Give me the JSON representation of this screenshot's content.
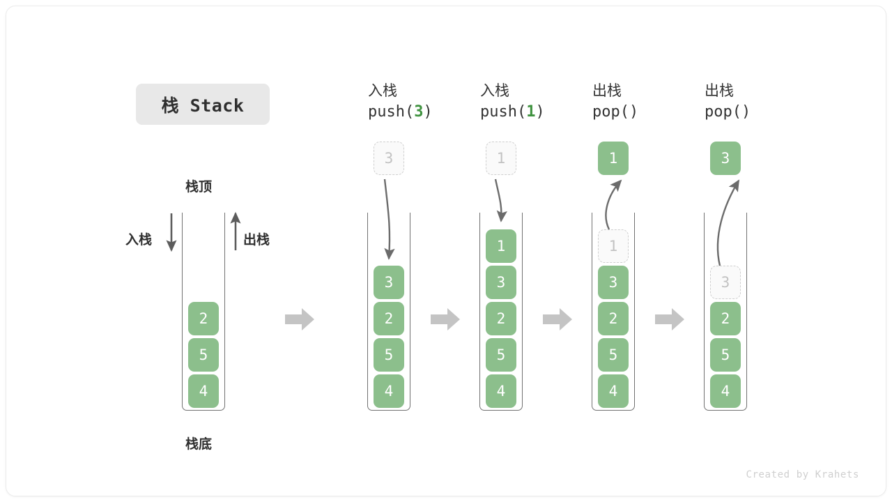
{
  "title": {
    "badge": "栈 Stack"
  },
  "legend": {
    "top_label": "栈顶",
    "bottom_label": "栈底",
    "push_label": "入栈",
    "pop_label": "出栈"
  },
  "footer": {
    "credit": "Created by Krahets"
  },
  "colors": {
    "element_green": "#8cbf8c",
    "accent_green": "#3f923f",
    "ghost_fill": "#fafafa",
    "ghost_border": "#cfcfcf",
    "tube_stroke": "#707070",
    "step_arrow": "#c4c4c4",
    "badge_bg": "#e8e8e8"
  },
  "initial_stack": {
    "name": "栈 Stack",
    "elements_top_to_bottom": [
      "2",
      "5",
      "4"
    ]
  },
  "steps": [
    {
      "op_cn": "入栈",
      "op_code_prefix": "push(",
      "op_code_arg": "3",
      "op_code_suffix": ")",
      "kind": "push",
      "floating_value": "3",
      "floating_style": "ghost",
      "elements_top_to_bottom": [
        "3",
        "2",
        "5",
        "4"
      ],
      "ghost_index": -1
    },
    {
      "op_cn": "入栈",
      "op_code_prefix": "push(",
      "op_code_arg": "1",
      "op_code_suffix": ")",
      "kind": "push",
      "floating_value": "1",
      "floating_style": "ghost",
      "elements_top_to_bottom": [
        "1",
        "3",
        "2",
        "5",
        "4"
      ],
      "ghost_index": -1
    },
    {
      "op_cn": "出栈",
      "op_code_prefix": "pop(",
      "op_code_arg": "",
      "op_code_suffix": ")",
      "kind": "pop",
      "floating_value": "1",
      "floating_style": "solid",
      "elements_top_to_bottom": [
        "1",
        "3",
        "2",
        "5",
        "4"
      ],
      "ghost_index": 0
    },
    {
      "op_cn": "出栈",
      "op_code_prefix": "pop(",
      "op_code_arg": "",
      "op_code_suffix": ")",
      "kind": "pop",
      "floating_value": "3",
      "floating_style": "solid",
      "elements_top_to_bottom": [
        "3",
        "2",
        "5",
        "4"
      ],
      "ghost_index": 0
    }
  ]
}
